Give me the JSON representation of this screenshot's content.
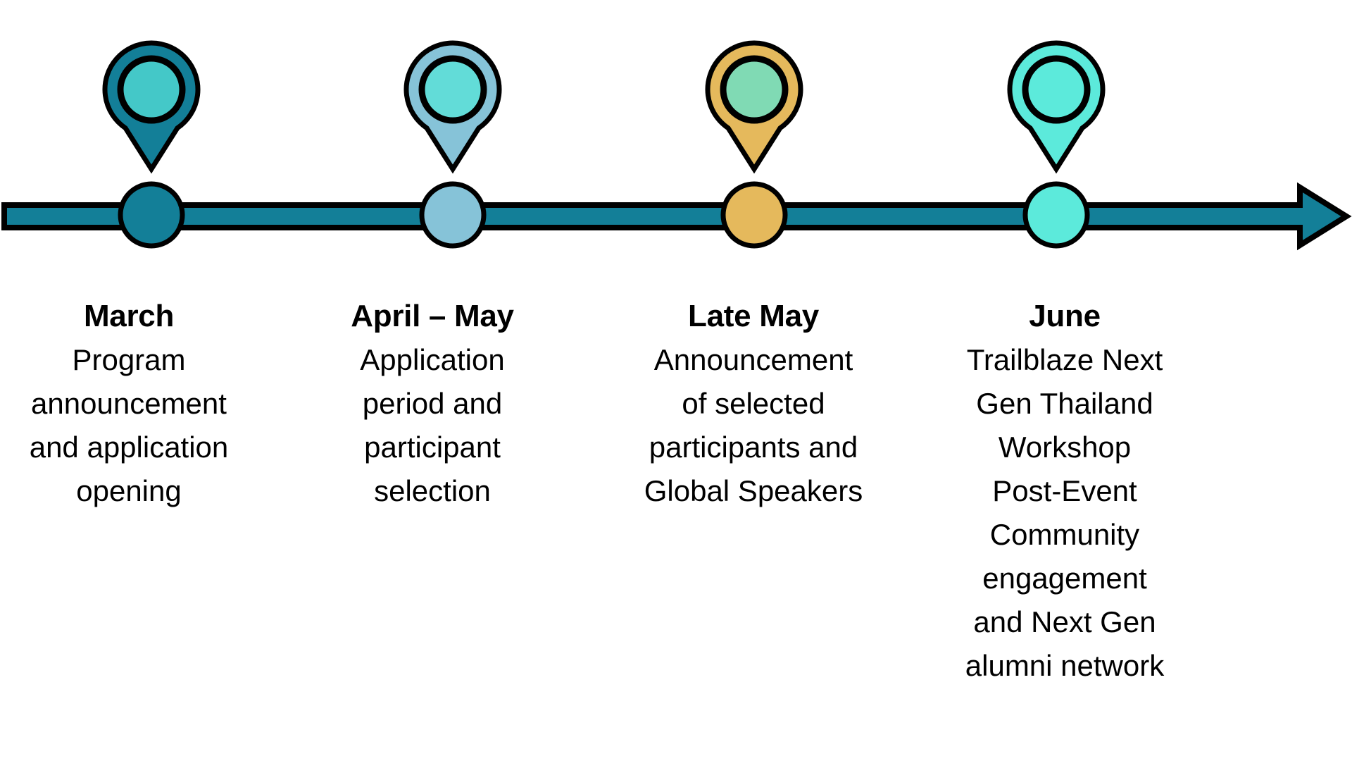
{
  "diagram": {
    "type": "timeline",
    "direction": "left-to-right",
    "colors": {
      "track": "#137f98",
      "outline": "#000000",
      "background": "#ffffff"
    },
    "milestones": [
      {
        "title": "March",
        "lines": [
          "Program",
          "announcement",
          "and application",
          "opening"
        ],
        "pin_color": "#137f98",
        "pin_inner_color": "#44c8c8",
        "node_color": "#137f98"
      },
      {
        "title": "April – May",
        "lines": [
          "Application",
          "period and",
          "participant",
          "selection"
        ],
        "pin_color": "#86c3d8",
        "pin_inner_color": "#62dcd8",
        "node_color": "#86c3d8"
      },
      {
        "title": "Late May",
        "lines": [
          "Announcement",
          "of selected",
          "participants and",
          "Global Speakers"
        ],
        "pin_color": "#e5b95c",
        "pin_inner_color": "#80dab4",
        "node_color": "#e5b95c"
      },
      {
        "title": "June",
        "lines": [
          "Trailblaze Next",
          "Gen Thailand",
          "Workshop",
          "Post-Event",
          "Community",
          "engagement",
          "and Next Gen",
          "alumni network"
        ],
        "pin_color": "#5ceadb",
        "pin_inner_color": "#5ceadb",
        "node_color": "#5ceadb"
      }
    ]
  }
}
